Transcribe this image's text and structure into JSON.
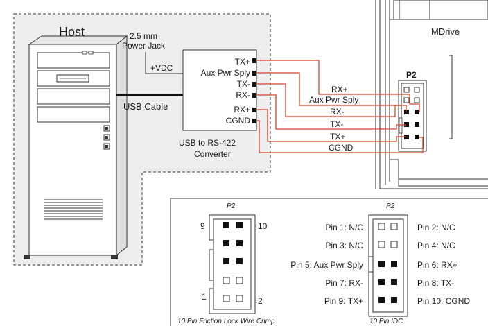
{
  "colors": {
    "wire": "#d2452c",
    "host_fill": "#eeeeee",
    "line": "#1a1a1a",
    "pin_fill": "#111111"
  },
  "host": {
    "title": "Host",
    "power_jack_line1": "2.5 mm",
    "power_jack_line2": "Power Jack",
    "vdc_label": "+VDC",
    "usb_cable_label": "USB Cable"
  },
  "converter": {
    "caption_line1": "USB to RS-422",
    "caption_line2": "Converter",
    "pins": [
      "TX+",
      "Aux Pwr Sply",
      "TX-",
      "RX-",
      "RX+",
      "CGND"
    ]
  },
  "wires": {
    "labels": [
      "RX+",
      "Aux Pwr Sply",
      "RX-",
      "TX-",
      "TX+",
      "CGND"
    ]
  },
  "mdrive": {
    "title": "MDrive",
    "connector_label": "P2"
  },
  "legend": {
    "left": {
      "top_label": "P2",
      "pin_9": "9",
      "pin_10": "10",
      "pin_1": "1",
      "pin_2": "2",
      "caption": "10 Pin Friction Lock Wire Crimp"
    },
    "right": {
      "top_label": "P2",
      "caption": "10 Pin IDC",
      "left_pins": [
        "Pin 1: N/C",
        "Pin 3: N/C",
        "Pin 5: Aux Pwr Sply",
        "Pin 7: RX-",
        "Pin 9: TX+"
      ],
      "right_pins": [
        "Pin 2: N/C",
        "Pin 4: N/C",
        "Pin 6: RX+",
        "Pin 8: TX-",
        "Pin 10: CGND"
      ]
    }
  }
}
